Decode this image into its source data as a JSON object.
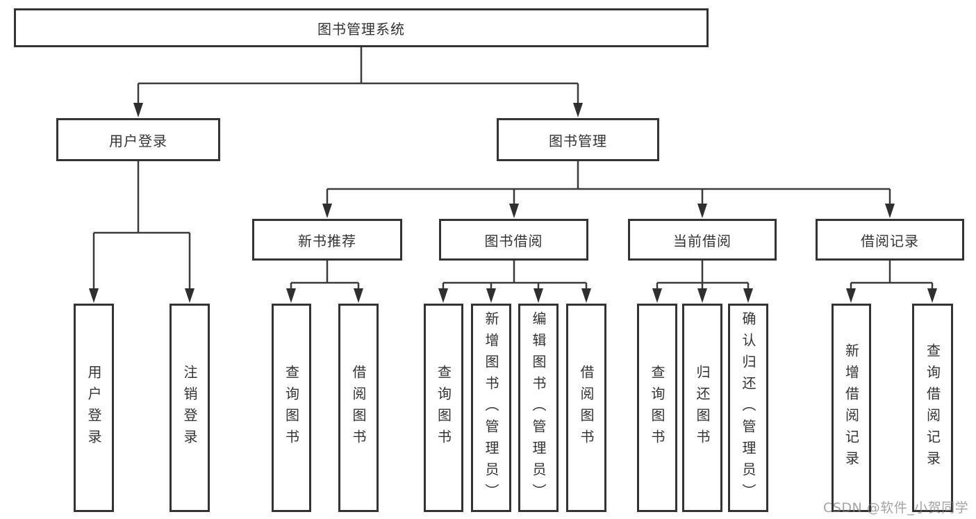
{
  "diagram": {
    "root": {
      "label": "图书管理系统"
    },
    "branches": [
      {
        "label": "用户登录",
        "children": [
          {
            "label": "用户登录"
          },
          {
            "label": "注销登录"
          }
        ]
      },
      {
        "label": "图书管理",
        "children": [
          {
            "label": "新书推荐",
            "children": [
              {
                "label": "查询图书"
              },
              {
                "label": "借阅图书"
              }
            ]
          },
          {
            "label": "图书借阅",
            "children": [
              {
                "label": "查询图书"
              },
              {
                "label": "新增图书（管理员）"
              },
              {
                "label": "编辑图书（管理员）"
              },
              {
                "label": "借阅图书"
              }
            ]
          },
          {
            "label": "当前借阅",
            "children": [
              {
                "label": "查询图书"
              },
              {
                "label": "归还图书"
              },
              {
                "label": "确认归还（管理员）"
              }
            ]
          },
          {
            "label": "借阅记录",
            "children": [
              {
                "label": "新增借阅记录"
              },
              {
                "label": "查询借阅记录"
              }
            ]
          }
        ]
      }
    ]
  },
  "watermark": {
    "text": "CSDN @软件_小贺同学"
  },
  "colors": {
    "line": "#3a3a3a",
    "border": "#333333",
    "text": "#333333",
    "watermark": "#9f9f9f",
    "background": "#ffffff"
  }
}
